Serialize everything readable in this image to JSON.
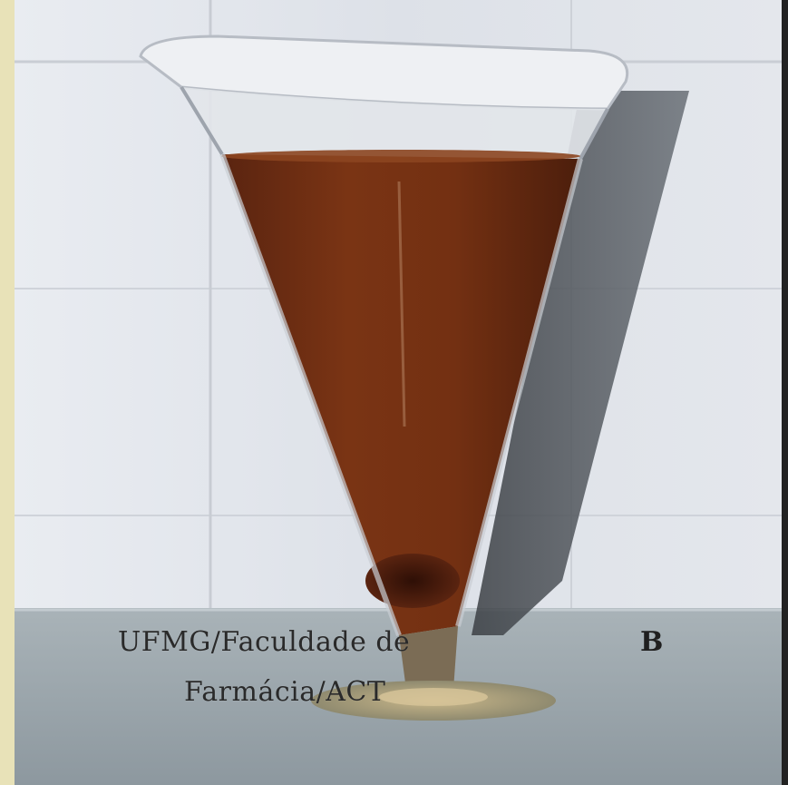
{
  "photo": {
    "subject": "conical glass filled with brown liquid",
    "colors": {
      "liquid": "#6a2a10",
      "sediment": "#3a1408",
      "wall_tiles": "#dfe3ea",
      "bench": "#9aa6ad",
      "left_strip": "#e8e2b8",
      "frame": "#222222"
    }
  },
  "caption": {
    "line1": "UFMG/Faculdade de",
    "line2": "Farmácia/ACT"
  },
  "panel_label": "B"
}
